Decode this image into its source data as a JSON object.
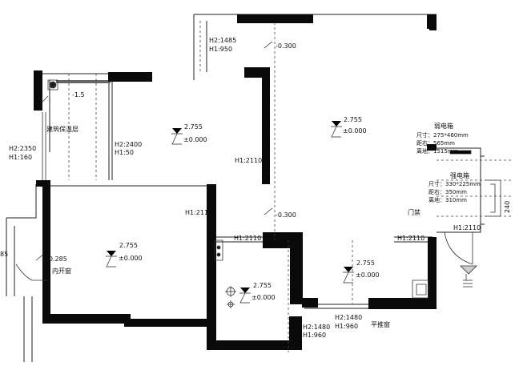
{
  "room_labels": {
    "bath_level": "-1.5",
    "insulation": "建筑保温层",
    "balcony_level": "-0.300",
    "balcony2_level": "-0.300",
    "entry_level": "-0.285",
    "inner_window": "内开窗",
    "door_ban": "门禁",
    "push_window": "平推窗"
  },
  "levels": {
    "room_a_top": "2.755",
    "room_a_bot": "±0.000",
    "room_b_top": "2.755",
    "room_b_bot": "±0.000",
    "room_c_top": "2.755",
    "room_c_bot": "±0.000",
    "room_d_top": "2.755",
    "room_d_bot": "±0.000",
    "room_e_top": "2.755",
    "room_e_bot": "±0.000"
  },
  "openings": {
    "o1_h2": "H2:1485",
    "o1_h1": "H1:950",
    "o2_h2": "H2:2400",
    "o2_h1": "H1:50",
    "o3_h2": "H2:2350",
    "o3_h1": "H1:160",
    "o4": "H1:2110",
    "o5": "H1:2110",
    "o6": "H1:2110",
    "o7": "H1:2110",
    "o8": "H1:2110",
    "o9_h2": "H2:1480",
    "o9_h1": "H1:960",
    "o10_h2": "H2:1480",
    "o10_h1": "H1:960"
  },
  "boxes": {
    "weak_title": "弱电箱",
    "weak_size": "尺寸：275*460mm",
    "weak_dist_right": "距右：565mm",
    "weak_dist_floor": "离地：1515mm",
    "strong_title": "强电箱",
    "strong_size": "尺寸：330*225mm",
    "strong_dist_right": "距右：350mm",
    "strong_dist_floor": "离地：310mm"
  },
  "edge_text": {
    "dim_right": "240",
    "dim_left": "85"
  }
}
